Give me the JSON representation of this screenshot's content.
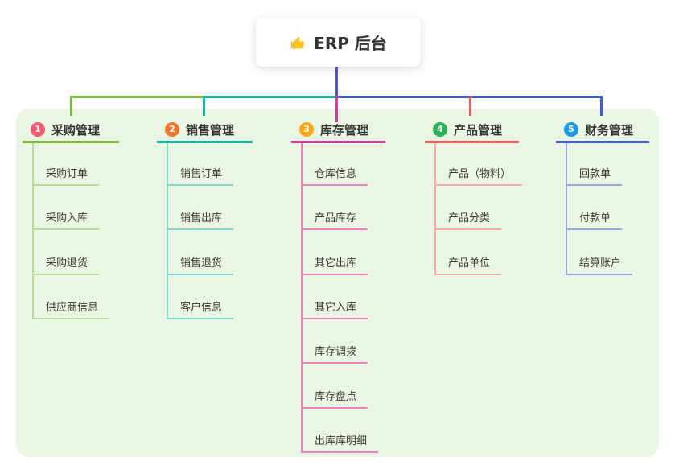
{
  "canvas": {
    "background": "#ffffff",
    "panel_background": "#eaf6e3",
    "root_line_color": "#4d59c8"
  },
  "root": {
    "label": "ERP 后台",
    "icon": "thumbs-up-icon",
    "icon_color": "#f7c31d"
  },
  "branches": [
    {
      "number": "1",
      "title": "采购管理",
      "badge_color": "#f25b70",
      "line_color": "#7cb93f",
      "child_line_color": "#b7dc99",
      "children": [
        "采购订单",
        "采购入库",
        "采购退货",
        "供应商信息"
      ]
    },
    {
      "number": "2",
      "title": "销售管理",
      "badge_color": "#f2762e",
      "line_color": "#12b5a6",
      "child_line_color": "#84d8cb",
      "children": [
        "销售订单",
        "销售出库",
        "销售退货",
        "客户信息"
      ]
    },
    {
      "number": "3",
      "title": "库存管理",
      "badge_color": "#f9a61a",
      "line_color": "#d63a9e",
      "child_line_color": "#f07ec4",
      "children": [
        "仓库信息",
        "产品库存",
        "其它出库",
        "其它入库",
        "库存调拨",
        "库存盘点",
        "出库库明细"
      ]
    },
    {
      "number": "4",
      "title": "产品管理",
      "badge_color": "#27b356",
      "line_color": "#f25a57",
      "child_line_color": "#f8aba5",
      "children": [
        "产品（物料）",
        "产品分类",
        "产品单位"
      ]
    },
    {
      "number": "5",
      "title": "财务管理",
      "badge_color": "#1d9be2",
      "line_color": "#3f5fd0",
      "child_line_color": "#93abe0",
      "children": [
        "回款单",
        "付款单",
        "结算账户"
      ]
    }
  ]
}
